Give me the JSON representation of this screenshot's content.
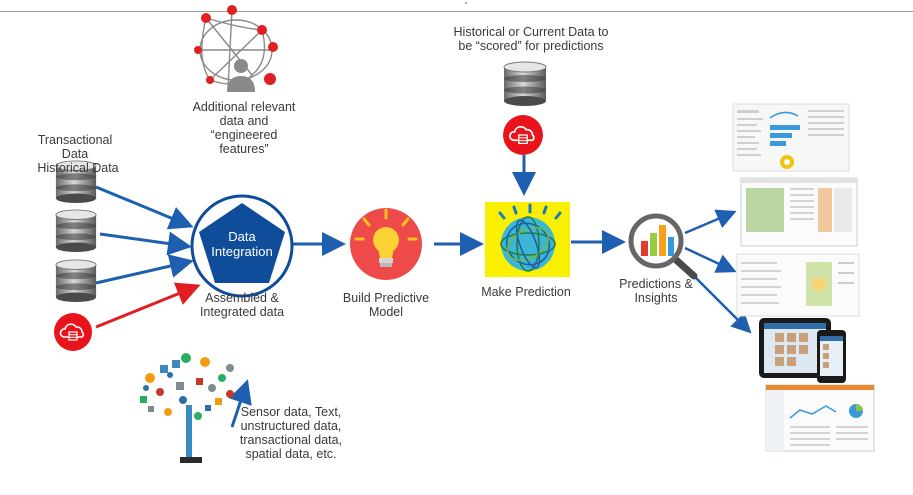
{
  "sources": {
    "transactional": [
      "Transactional",
      "Data"
    ],
    "historical": "Historical Data",
    "additional": [
      "Additional relevant",
      "data and",
      "“engineered",
      "features”"
    ],
    "sensor": [
      "Sensor data, Text,",
      "unstructured data,",
      "transactional data,",
      "spatial data, etc."
    ]
  },
  "scoring": [
    "Historical or Current Data to",
    "be “scored” for predictions"
  ],
  "integration": {
    "label": [
      "Data",
      "Integration"
    ],
    "caption": [
      "Assembled &",
      "Integrated data"
    ]
  },
  "build_model": [
    "Build Predictive",
    "Model"
  ],
  "make_prediction": "Make Prediction",
  "predictions": [
    "Predictions &",
    "Insights"
  ],
  "colors": {
    "arrow_blue": "#1f5fb0",
    "arrow_red": "#e02020",
    "pentagon": "#0f4c9a",
    "bulb_circle": "#ee4a4a",
    "cloud_red": "#e8141b",
    "yellow_box": "#f8f000"
  },
  "icons": [
    "database-icon",
    "cloud-db-icon",
    "network-person-icon",
    "lightbulb-icon",
    "watson-globe-icon",
    "magnifier-chart-icon",
    "tree-icons-icon"
  ]
}
